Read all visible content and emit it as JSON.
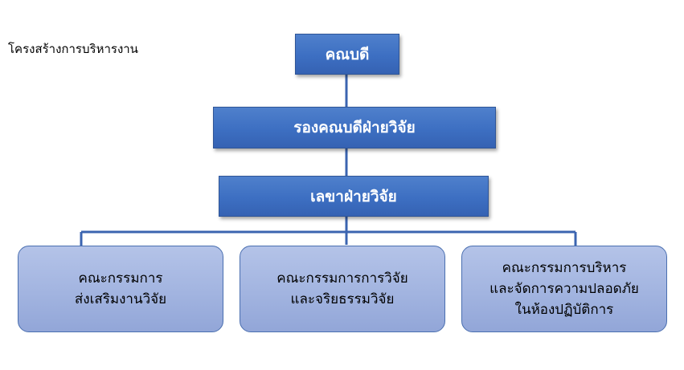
{
  "caption": "โครงสร้างการบริหารงาน",
  "colors": {
    "dark_box": "#3d6fc2",
    "light_box": "#a2b4e0",
    "connector": "#3b64b0"
  },
  "nodes": {
    "dean": "คณบดี",
    "associate_dean": "รองคณบดีฝ่ายวิจัย",
    "research_secretary": "เลขาฝ่ายวิจัย",
    "committee_promotion": [
      "คณะกรรมการ",
      "ส่งเสริมงานวิจัย"
    ],
    "committee_ethics": [
      "คณะกรรมการการวิจัย",
      "และจริยธรรมวิจัย"
    ],
    "committee_safety": [
      "คณะกรรมการบริหาร",
      "และจัดการความปลอดภัย",
      "ในห้องปฏิบัติการ"
    ]
  }
}
